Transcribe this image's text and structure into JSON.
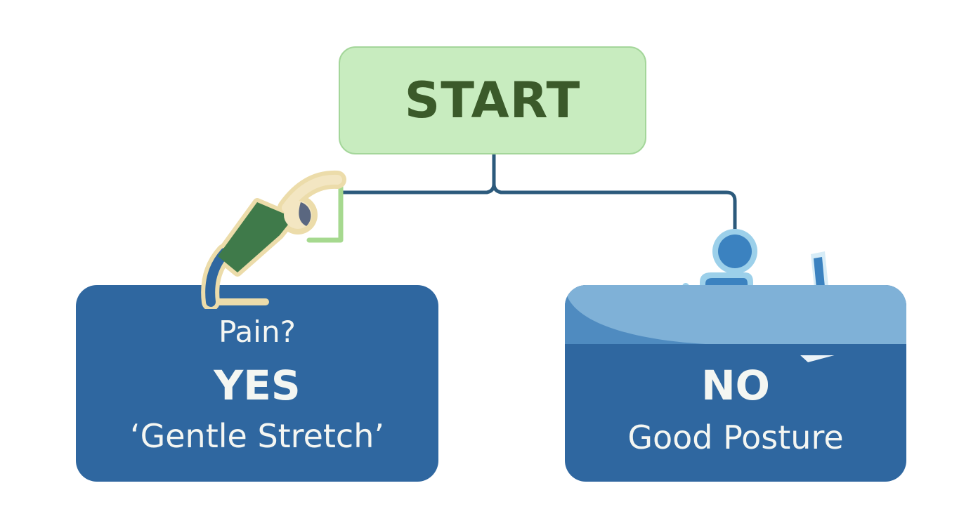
{
  "start": {
    "label": "START"
  },
  "branches": [
    {
      "question": "Pain?",
      "answer": "YES",
      "action": "‘Gentle Stretch’",
      "icon": "stretching-person-icon"
    },
    {
      "answer": "NO",
      "action": "Good Posture",
      "icon": "person-at-computer-icon"
    }
  ],
  "colors": {
    "start_fill": "#c8ecbf",
    "start_text": "#3b5a2a",
    "branch_fill": "#2f67a0",
    "branch_text": "#f4f6f2",
    "connector": "#2c5a7c"
  }
}
